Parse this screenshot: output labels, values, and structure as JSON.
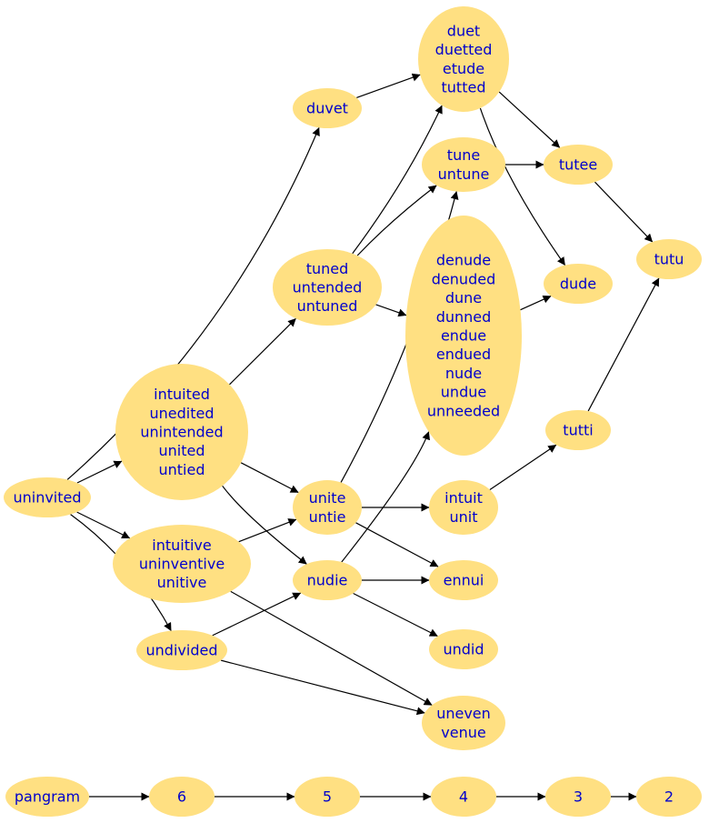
{
  "nodes": {
    "uninvited": [
      "uninvited"
    ],
    "intuited_group": [
      "intuited",
      "unedited",
      "unintended",
      "united",
      "untied"
    ],
    "intuitive_group": [
      "intuitive",
      "uninventive",
      "unitive"
    ],
    "undivided": [
      "undivided"
    ],
    "duvet": [
      "duvet"
    ],
    "tuned_group": [
      "tuned",
      "untended",
      "untuned"
    ],
    "duet_group": [
      "duet",
      "duetted",
      "etude",
      "tutted"
    ],
    "tune_group": [
      "tune",
      "untune"
    ],
    "denude_group": [
      "denude",
      "denuded",
      "dune",
      "dunned",
      "endue",
      "endued",
      "nude",
      "undue",
      "unneeded"
    ],
    "tutee": [
      "tutee"
    ],
    "tutu": [
      "tutu"
    ],
    "dude": [
      "dude"
    ],
    "tutti": [
      "tutti"
    ],
    "unite_group": [
      "unite",
      "untie"
    ],
    "intuit_group": [
      "intuit",
      "unit"
    ],
    "nudie": [
      "nudie"
    ],
    "ennui": [
      "ennui"
    ],
    "undid": [
      "undid"
    ],
    "uneven_group": [
      "uneven",
      "venue"
    ],
    "pangram": [
      "pangram"
    ],
    "n6": [
      "6"
    ],
    "n5": [
      "5"
    ],
    "n4": [
      "4"
    ],
    "n3": [
      "3"
    ],
    "n2": [
      "2"
    ]
  },
  "edges": [
    [
      "uninvited",
      "duvet"
    ],
    [
      "uninvited",
      "intuited_group"
    ],
    [
      "uninvited",
      "intuitive_group"
    ],
    [
      "uninvited",
      "undivided"
    ],
    [
      "duvet",
      "duet_group"
    ],
    [
      "duet_group",
      "tutee"
    ],
    [
      "duet_group",
      "dude"
    ],
    [
      "tutee",
      "tutu"
    ],
    [
      "tune_group",
      "tutee"
    ],
    [
      "tuned_group",
      "duet_group"
    ],
    [
      "tuned_group",
      "tune_group"
    ],
    [
      "tuned_group",
      "denude_group"
    ],
    [
      "denude_group",
      "dude"
    ],
    [
      "intuited_group",
      "tuned_group"
    ],
    [
      "intuited_group",
      "unite_group"
    ],
    [
      "intuited_group",
      "nudie"
    ],
    [
      "intuitive_group",
      "unite_group"
    ],
    [
      "intuitive_group",
      "uneven_group"
    ],
    [
      "undivided",
      "nudie"
    ],
    [
      "undivided",
      "uneven_group"
    ],
    [
      "unite_group",
      "tune_group"
    ],
    [
      "unite_group",
      "intuit_group"
    ],
    [
      "unite_group",
      "ennui"
    ],
    [
      "intuit_group",
      "tutti"
    ],
    [
      "tutti",
      "tutu"
    ],
    [
      "nudie",
      "denude_group"
    ],
    [
      "nudie",
      "ennui"
    ],
    [
      "nudie",
      "undid"
    ],
    [
      "pangram",
      "n6"
    ],
    [
      "n6",
      "n5"
    ],
    [
      "n5",
      "n4"
    ],
    [
      "n4",
      "n3"
    ],
    [
      "n3",
      "n2"
    ]
  ]
}
